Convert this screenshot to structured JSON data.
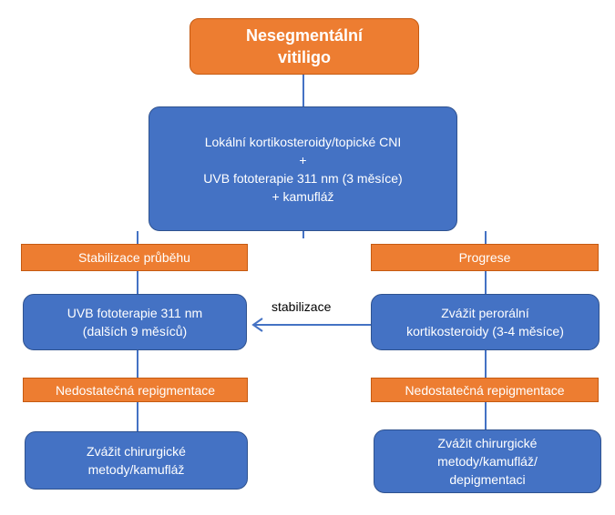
{
  "title": {
    "line1": "Nesegmentální",
    "line2": "vitiligo"
  },
  "top_box": {
    "line1": "Lokální kortikosteroidy/topické CNI",
    "line2": "+",
    "line3": "UVB fototerapie 311 nm (3 měsíce)",
    "line4": "+ kamufláž"
  },
  "left": {
    "header": "Stabilizace průběhu",
    "box1": {
      "line1": "UVB fototerapie 311 nm",
      "line2": "(dalších 9 měsíců)"
    },
    "warning": "Nedostatečná repigmentace",
    "box2": {
      "line1": "Zvážit chirurgické",
      "line2": "metody/kamufláž"
    }
  },
  "right": {
    "header": "Progrese",
    "box1": {
      "line1": "Zvážit perorální",
      "line2": "kortikosteroidy (3-4 měsíce)"
    },
    "warning": "Nedostatečná repigmentace",
    "box2": {
      "line1": "Zvážit chirurgické",
      "line2": "metody/kamufláž/",
      "line3": "depigmentaci"
    }
  },
  "arrow_label": "stabilizace",
  "colors": {
    "blue": "#4472C4",
    "orange": "#ED7D31"
  }
}
